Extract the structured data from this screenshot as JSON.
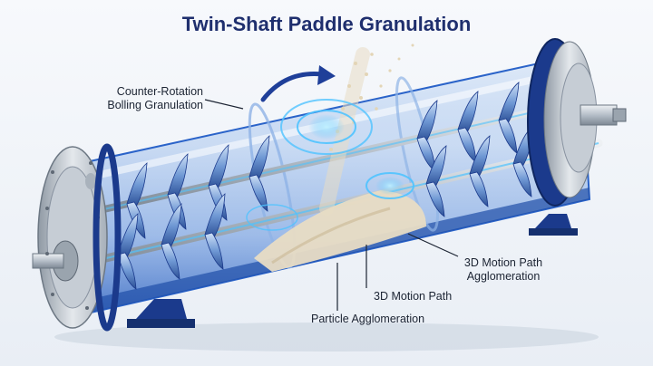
{
  "title": "Twin-Shaft Paddle Granulation",
  "labels": {
    "counter_rotation": [
      "Counter-Rotation",
      "Bolling Granulation"
    ],
    "motion_path_agglomeration": [
      "3D Motion Path",
      "Agglomeration"
    ],
    "motion_path": "3D Motion Path",
    "particle_agglomeration": "Particle Agglomeration"
  },
  "colors": {
    "title": "#1f2f6e",
    "drum_blue": "#2a63c9",
    "flange_navy": "#1b3a8c",
    "steel": "#b9c2cc",
    "glow": "#4fc3ff",
    "particles": "#e8dcc4"
  },
  "icons": [
    "rotation-arrow-icon",
    "gear-flange-icon"
  ]
}
